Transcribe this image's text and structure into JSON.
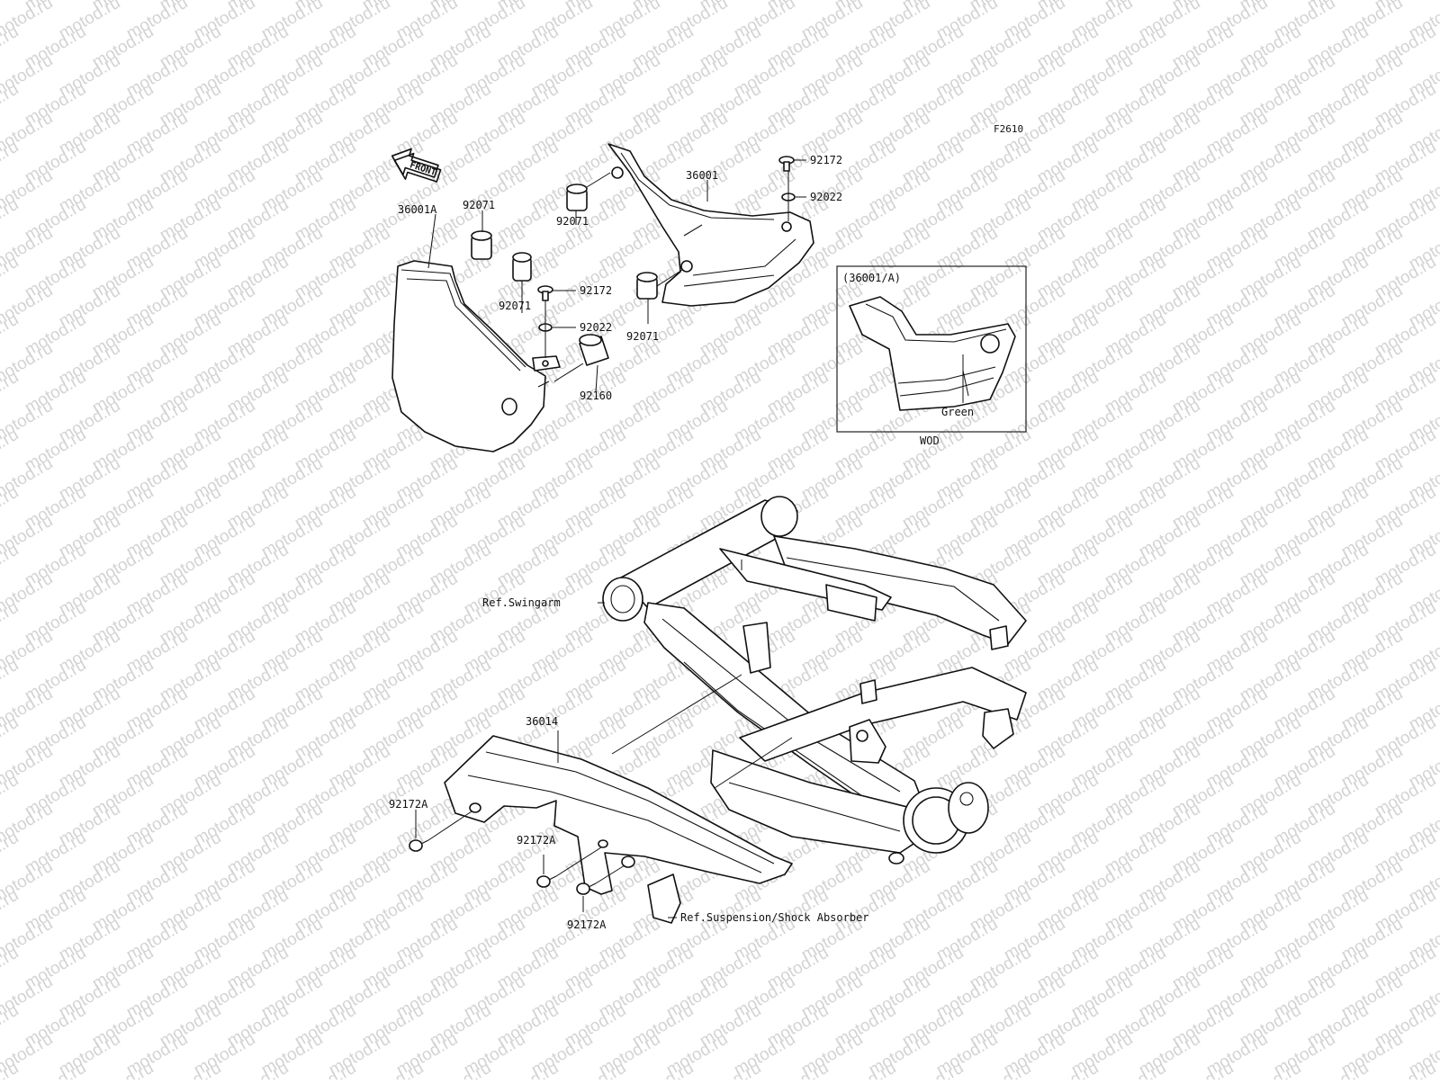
{
  "figure": {
    "id": "F2610",
    "watermark": "motod.ru"
  },
  "front_arrow": {
    "label": "FRONT"
  },
  "callouts": {
    "c_36001A": "36001A",
    "c_36001": "36001",
    "c_92071_a": "92071",
    "c_92071_b": "92071",
    "c_92071_c": "92071",
    "c_92071_d": "92071",
    "c_92172_a": "92172",
    "c_92172_b": "92172",
    "c_92022_a": "92022",
    "c_92022_b": "92022",
    "c_92160": "92160",
    "c_36014": "36014",
    "c_92172A_a": "92172A",
    "c_92172A_b": "92172A",
    "c_92172A_c": "92172A"
  },
  "references": {
    "swingarm": "Ref.Swingarm",
    "suspension": "Ref.Suspension/Shock Absorber"
  },
  "inset": {
    "title": "(36001/A)",
    "color_label": "Green",
    "footer": "WOD"
  }
}
